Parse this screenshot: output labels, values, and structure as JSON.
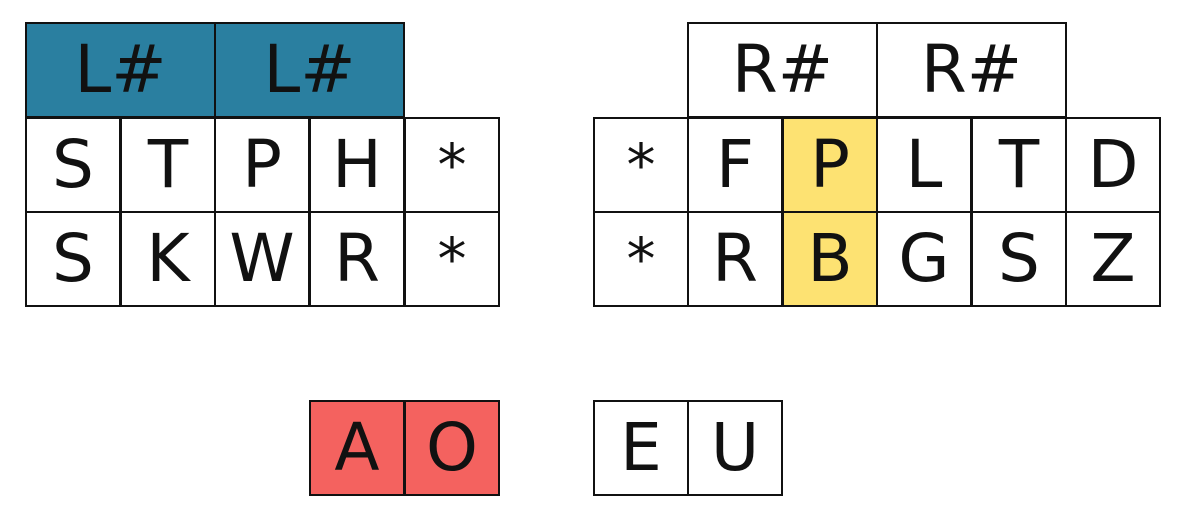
{
  "colors": {
    "default": "#ffffff",
    "number": "#2a7fa0",
    "pressed_right": "#fde272",
    "vowels_left": "#f4625f",
    "border": "#111111"
  },
  "left_hand": {
    "number_keys": [
      {
        "label": "L#",
        "state": "number"
      },
      {
        "label": "L#",
        "state": "number"
      }
    ],
    "top_row": [
      {
        "label": "S",
        "state": "default"
      },
      {
        "label": "T",
        "state": "default"
      },
      {
        "label": "P",
        "state": "default"
      },
      {
        "label": "H",
        "state": "default"
      },
      {
        "label": "*",
        "state": "default"
      }
    ],
    "bottom_row": [
      {
        "label": "S",
        "state": "default"
      },
      {
        "label": "K",
        "state": "default"
      },
      {
        "label": "W",
        "state": "default"
      },
      {
        "label": "R",
        "state": "default"
      },
      {
        "label": "*",
        "state": "default"
      }
    ]
  },
  "right_hand": {
    "number_keys": [
      {
        "label": "R#",
        "state": "default"
      },
      {
        "label": "R#",
        "state": "default"
      }
    ],
    "top_row": [
      {
        "label": "*",
        "state": "default"
      },
      {
        "label": "F",
        "state": "default"
      },
      {
        "label": "P",
        "state": "pressed_right"
      },
      {
        "label": "L",
        "state": "default"
      },
      {
        "label": "T",
        "state": "default"
      },
      {
        "label": "D",
        "state": "default"
      }
    ],
    "bottom_row": [
      {
        "label": "*",
        "state": "default"
      },
      {
        "label": "R",
        "state": "default"
      },
      {
        "label": "B",
        "state": "pressed_right"
      },
      {
        "label": "G",
        "state": "default"
      },
      {
        "label": "S",
        "state": "default"
      },
      {
        "label": "Z",
        "state": "default"
      }
    ]
  },
  "vowels": {
    "left": [
      {
        "label": "A",
        "state": "vowels_left"
      },
      {
        "label": "O",
        "state": "vowels_left"
      }
    ],
    "right": [
      {
        "label": "E",
        "state": "default"
      },
      {
        "label": "U",
        "state": "default"
      }
    ]
  }
}
